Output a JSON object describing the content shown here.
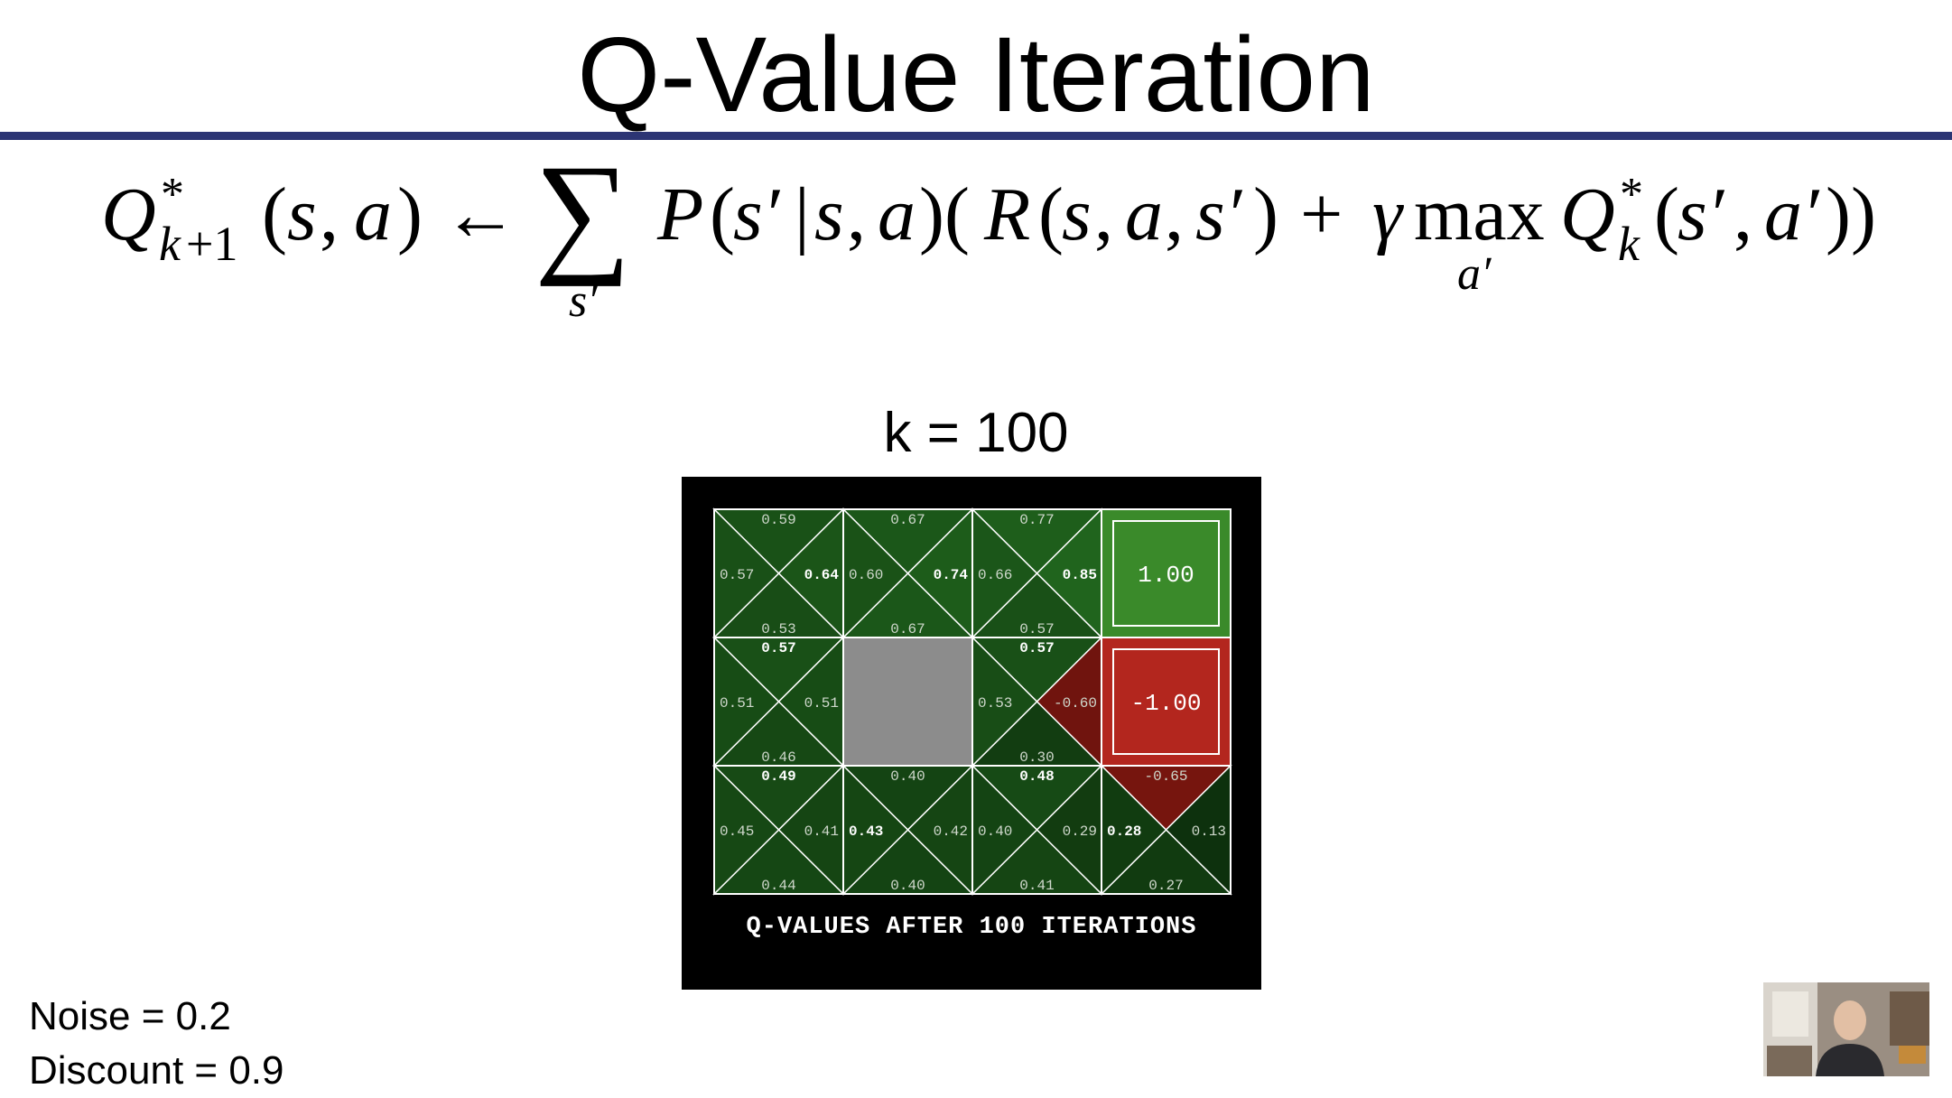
{
  "title": "Q-Value Iteration",
  "k_label": "k = 100",
  "grid": {
    "caption": "Q-VALUES AFTER 100 ITERATIONS",
    "colors": {
      "panel_bg": "#000000",
      "positive": "#2d6a1f",
      "negative": "#a02a1a",
      "wall": "#8c8c8c",
      "terminal_positive": "#3a8a2a",
      "terminal_negative": "#b3261e",
      "lines": "#ffffff"
    },
    "cells": [
      {
        "row": 0,
        "col": 0,
        "type": "state",
        "north": "0.59",
        "east": "0.64",
        "south": "0.53",
        "west": "0.57",
        "best": "east"
      },
      {
        "row": 0,
        "col": 1,
        "type": "state",
        "north": "0.67",
        "east": "0.74",
        "south": "0.67",
        "west": "0.60",
        "best": "east"
      },
      {
        "row": 0,
        "col": 2,
        "type": "state",
        "north": "0.77",
        "east": "0.85",
        "south": "0.57",
        "west": "0.66",
        "best": "east"
      },
      {
        "row": 0,
        "col": 3,
        "type": "terminal",
        "value": "1.00"
      },
      {
        "row": 1,
        "col": 0,
        "type": "state",
        "north": "0.57",
        "east": "0.51",
        "south": "0.46",
        "west": "0.51",
        "best": "north"
      },
      {
        "row": 1,
        "col": 1,
        "type": "wall"
      },
      {
        "row": 1,
        "col": 2,
        "type": "state",
        "north": "0.57",
        "east": "-0.60",
        "south": "0.30",
        "west": "0.53",
        "best": "north"
      },
      {
        "row": 1,
        "col": 3,
        "type": "terminal",
        "value": "-1.00"
      },
      {
        "row": 2,
        "col": 0,
        "type": "state",
        "north": "0.49",
        "east": "0.41",
        "south": "0.44",
        "west": "0.45",
        "best": "north"
      },
      {
        "row": 2,
        "col": 1,
        "type": "state",
        "north": "0.40",
        "east": "0.42",
        "south": "0.40",
        "west": "0.43",
        "best": "west"
      },
      {
        "row": 2,
        "col": 2,
        "type": "state",
        "north": "0.48",
        "east": "0.29",
        "south": "0.41",
        "west": "0.40",
        "best": "north"
      },
      {
        "row": 2,
        "col": 3,
        "type": "state",
        "north": "-0.65",
        "east": "0.13",
        "south": "0.27",
        "west": "0.28",
        "best": "west"
      }
    ]
  },
  "params": {
    "noise": "Noise = 0.2",
    "discount": "Discount = 0.9"
  }
}
